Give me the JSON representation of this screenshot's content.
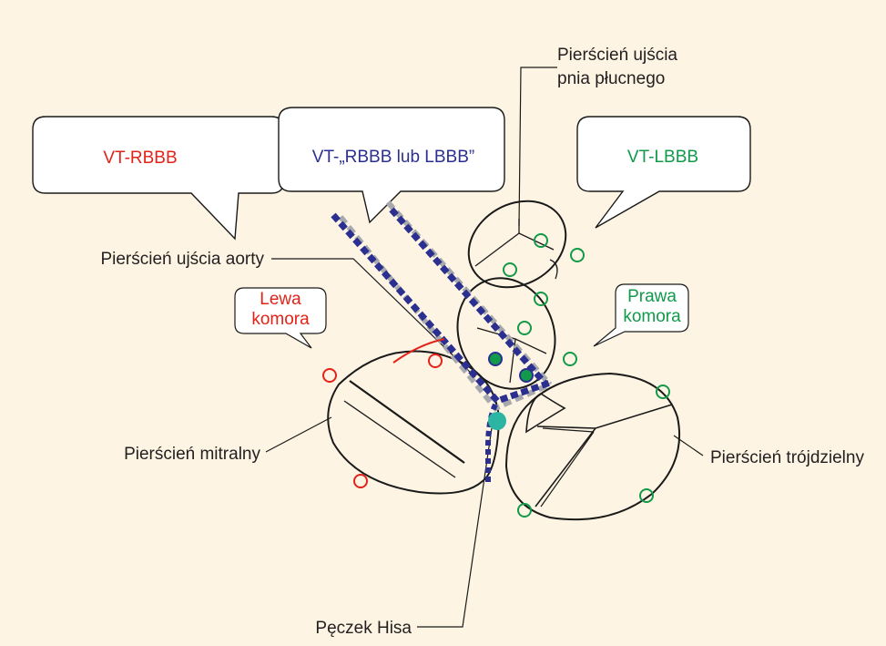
{
  "colors": {
    "background": "#fdf4e3",
    "stroke": "#1a1a1a",
    "red": "#e2231a",
    "green": "#119a49",
    "blue": "#2b3090",
    "gray": "#a7a9ac",
    "teal": "#2db5a3"
  },
  "callouts": {
    "vt_rbbb": "VT-RBBB",
    "vt_rbbb_lbbb": "VT-„RBBB lub LBBB”",
    "vt_lbbb": "VT-LBBB",
    "lewa_line1": "Lewa",
    "lewa_line2": "komora",
    "prawa_line1": "Prawa",
    "prawa_line2": "komora"
  },
  "labels": {
    "pulmonary_line1": "Pierścień ujścia",
    "pulmonary_line2": "pnia płucnego",
    "aortic": "Pierścień ujścia aorty",
    "mitral": "Pierścień mitralny",
    "tricuspid": "Pierścień trójdzielny",
    "his": "Pęczek Hisa"
  }
}
